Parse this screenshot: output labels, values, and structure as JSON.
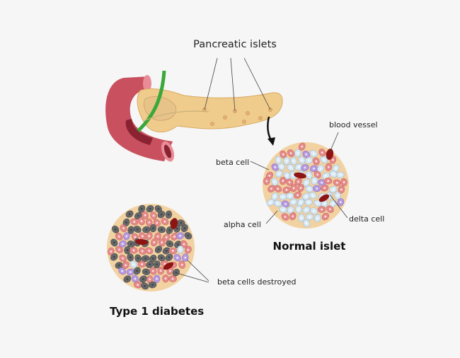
{
  "labels": {
    "pancreatic_islets": "Pancreatic islets",
    "blood_vessel": "blood vessel",
    "beta_cell": "beta cell",
    "alpha_cell": "alpha cell",
    "delta_cell": "delta cell",
    "normal_islet": "Normal islet",
    "beta_cells_destroyed": "beta cells destroyed",
    "type1_diabetes": "Type 1 diabetes"
  },
  "colors": {
    "background": "#f6f6f6",
    "beta": "#d8e8f4",
    "alpha": "#e58a8a",
    "delta": "#b69ae0",
    "destroyed": "#66686a",
    "vessel": "#8e1414",
    "matrix": "#f2d2a0",
    "pancreas": "#f0cc8c",
    "duodenum": "#c9505e",
    "duct": "#3aa83a"
  }
}
